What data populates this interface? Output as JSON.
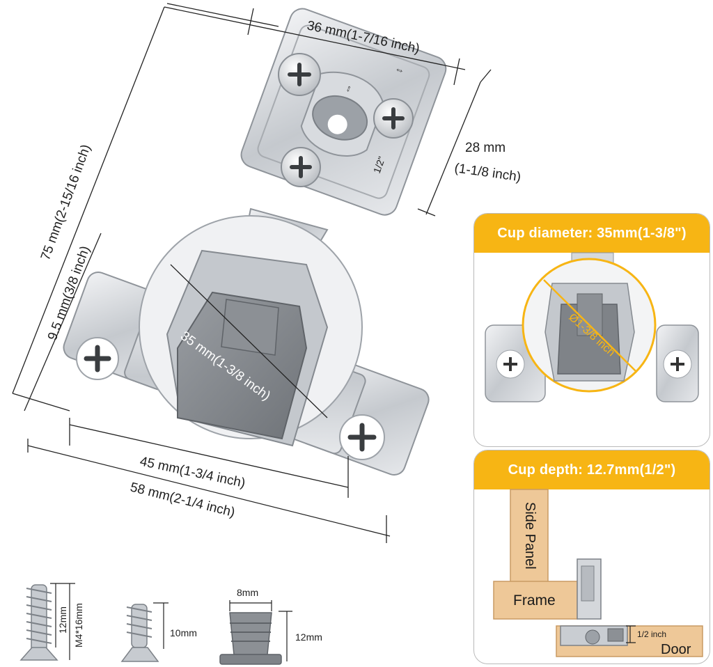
{
  "main_hinge": {
    "dimensions": {
      "top_width": "36 mm(1-7/16 inch)",
      "right_height_mm": "28 mm",
      "right_height_in": "(1-1/8 inch)",
      "overall_length": "75 mm(2-15/16 inch)",
      "offset": "9.5 mm(3/8 inch)",
      "cup_label": "35 mm(1-3/8 inch)",
      "hole_spacing": "45 mm(1-3/4 inch)",
      "overall_width": "58 mm(2-1/4 inch)"
    },
    "plate_marking": "1/2\""
  },
  "screws": {
    "long_screw_length": "12mm",
    "long_screw_spec": "M4*16mm",
    "short_screw_length": "10mm",
    "dowel_width": "8mm",
    "dowel_length": "12mm"
  },
  "cup_diameter_panel": {
    "title": "Cup diameter: 35mm(1-3/8\")",
    "diameter_label": "Ø1-3/8 inch"
  },
  "cup_depth_panel": {
    "title": "Cup depth: 12.7mm(1/2\")",
    "side_panel_label": "Side Panel",
    "frame_label": "Frame",
    "door_label": "Door",
    "depth_label": "1/2 inch"
  },
  "colors": {
    "accent": "#f7b514",
    "metal": "#c9cdd2",
    "gray_plastic": "#7f8388",
    "wood": "#eec898"
  }
}
